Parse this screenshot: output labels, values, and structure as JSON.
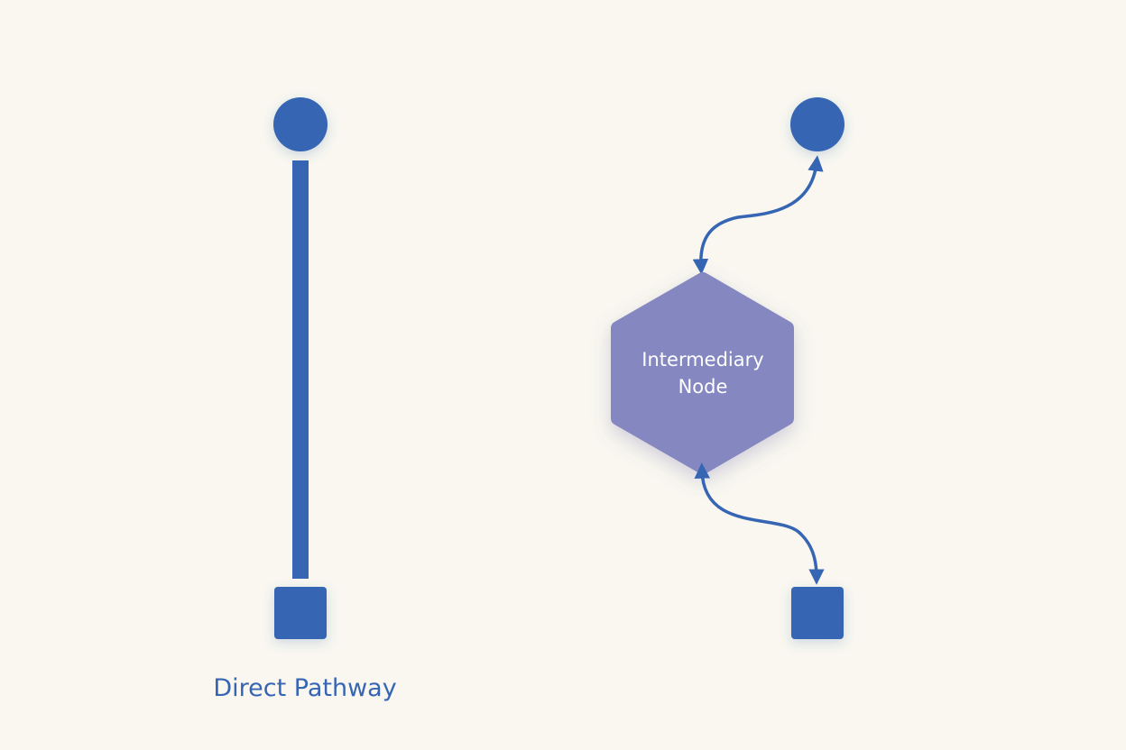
{
  "colors": {
    "background": "#f9f7ef",
    "primary": "#3565b3",
    "hexagon": "#8587c0",
    "label_text": "#ffffff"
  },
  "direct_pathway": {
    "caption": "Direct Pathway",
    "start_shape": "circle",
    "end_shape": "square",
    "connector": "straight-bar"
  },
  "mediated_pathway": {
    "start_shape": "circle",
    "end_shape": "square",
    "intermediary": {
      "shape": "hexagon",
      "label_line1": "Intermediary",
      "label_line2": "Node"
    },
    "connectors": [
      "bidirectional-arrow",
      "bidirectional-arrow"
    ]
  }
}
